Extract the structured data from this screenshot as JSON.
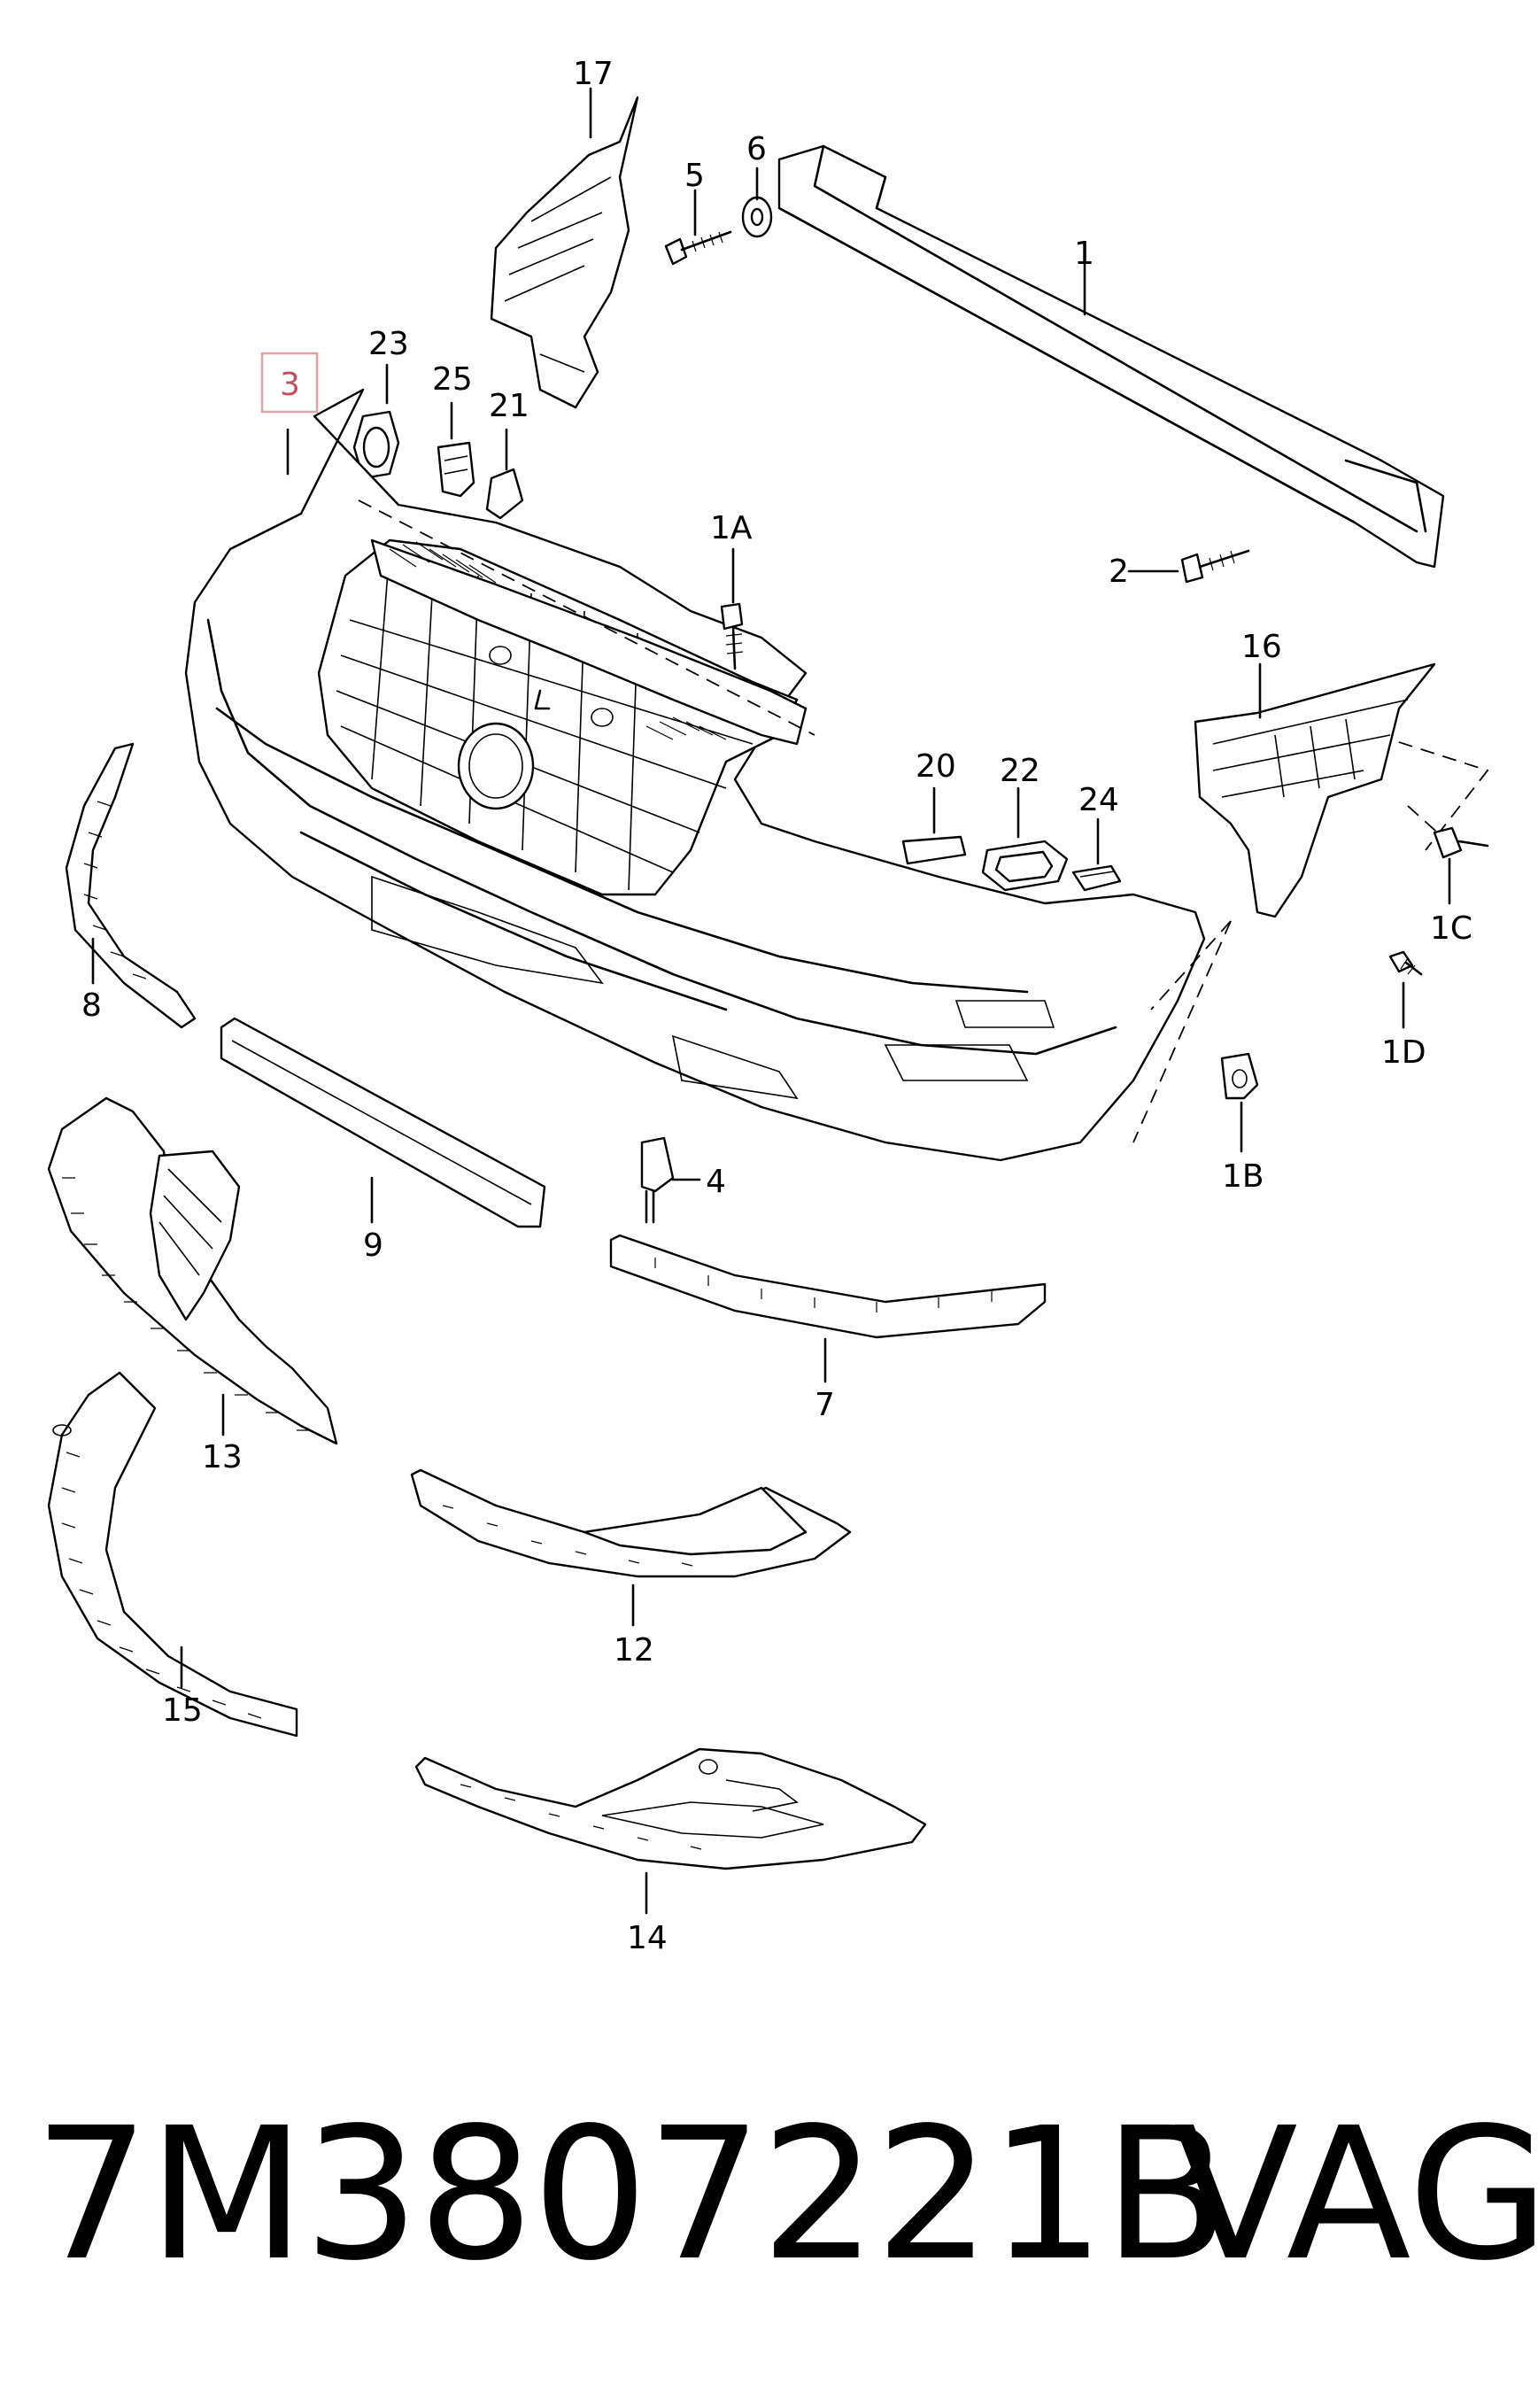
{
  "labels": {
    "l1": "1",
    "l1A": "1A",
    "l1B": "1B",
    "l1C": "1C",
    "l1D": "1D",
    "l2": "2",
    "l3": "3",
    "l4": "4",
    "l5": "5",
    "l6": "6",
    "l7": "7",
    "l8": "8",
    "l9": "9",
    "l12": "12",
    "l13": "13",
    "l14": "14",
    "l15": "15",
    "l16": "16",
    "l17": "17",
    "l20": "20",
    "l21": "21",
    "l22": "22",
    "l23": "23",
    "l24": "24",
    "l25": "25"
  },
  "highlight": {
    "label": "3",
    "color": "#e8a0a8"
  },
  "footer": {
    "part_number": "7M3807221B",
    "brand": "VAG"
  }
}
